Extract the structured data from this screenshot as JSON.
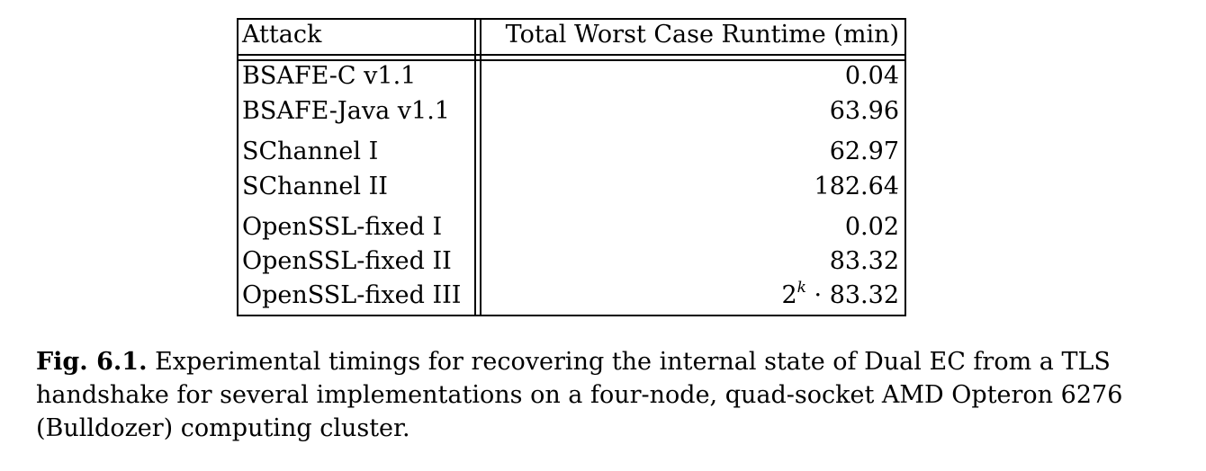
{
  "table": {
    "headers": [
      "Attack",
      "Total Worst Case Runtime (min)"
    ],
    "groups": [
      [
        {
          "attack": "BSAFE-C v1.1",
          "runtime": "0.04"
        },
        {
          "attack": "BSAFE-Java v1.1",
          "runtime": "63.96"
        }
      ],
      [
        {
          "attack": "SChannel I",
          "runtime": "62.97"
        },
        {
          "attack": "SChannel II",
          "runtime": "182.64"
        }
      ],
      [
        {
          "attack": "OpenSSL-fixed I",
          "runtime": "0.02"
        },
        {
          "attack": "OpenSSL-fixed II",
          "runtime": "83.32"
        },
        {
          "attack": "OpenSSL-fixed III",
          "runtime_base": "2",
          "runtime_exp": "k",
          "runtime_rest": " · 83.32"
        }
      ]
    ]
  },
  "caption": {
    "label": "Fig. 6.1.",
    "text": "Experimental timings for recovering the internal state of Dual EC from a TLS handshake for several implementations on a four-node, quad-socket AMD Opteron 6276 (Bulldozer) computing cluster."
  }
}
